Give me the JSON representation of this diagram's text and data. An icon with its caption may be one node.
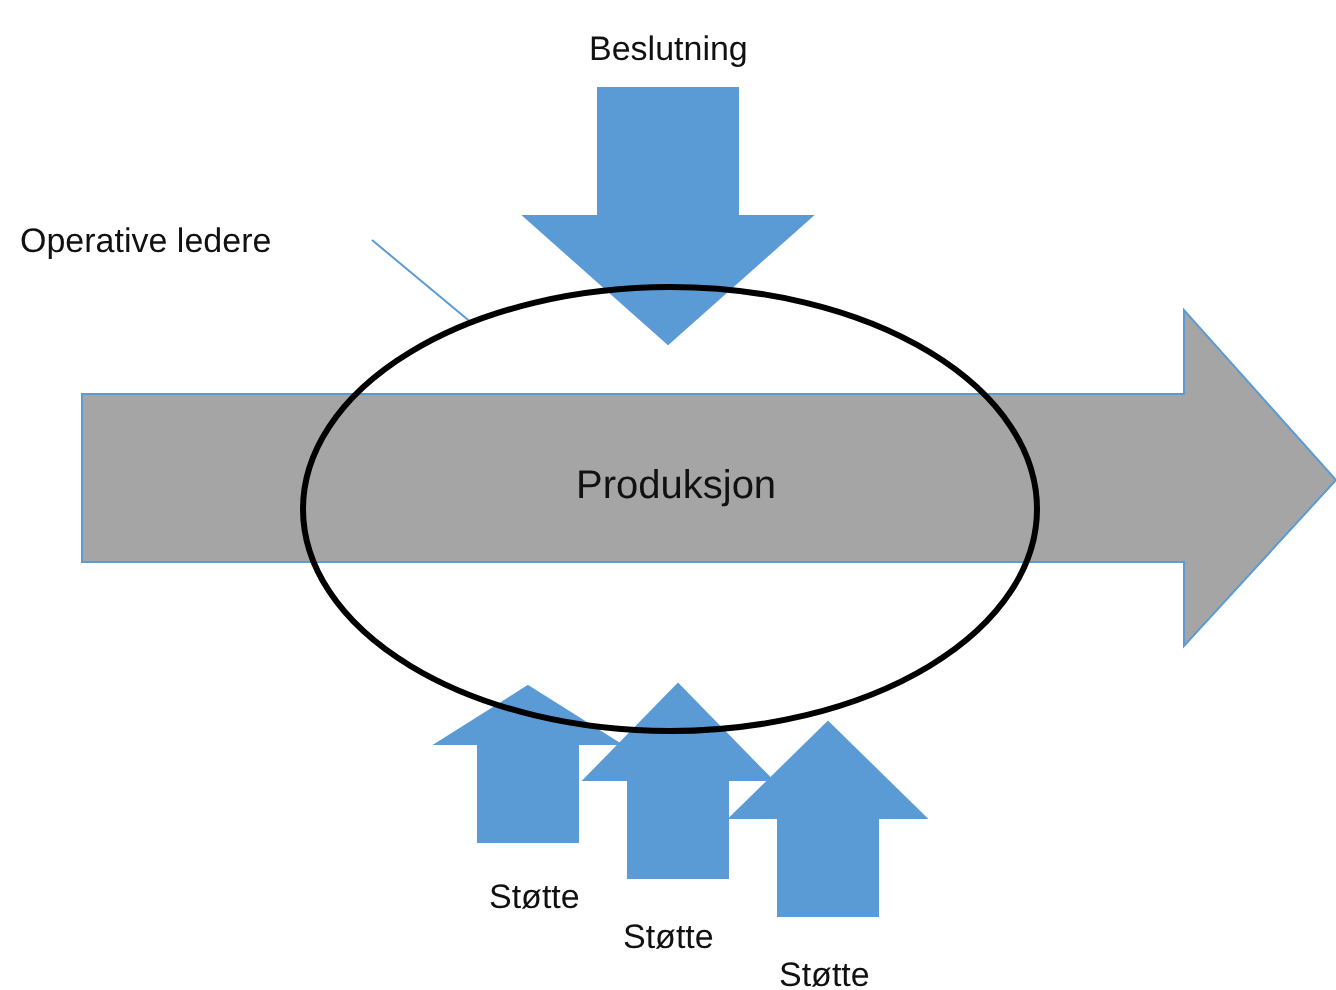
{
  "diagram": {
    "nodes": [
      {
        "text": [
          "Operative ledere"
        ]
      },
      {
        "text": [
          "Produksjon"
        ]
      },
      {
        "text": [],
        "shape": "arrow"
      }
    ],
    "edges": [
      {
        "from": 0,
        "to": 1,
        "arrow": "none"
      },
      {
        "from": null,
        "to": 1,
        "arrow": "to",
        "label": "Beslutning",
        "style": "thick"
      },
      {
        "from": null,
        "to": 1,
        "arrow": "to",
        "label": "Støtte",
        "style": "thick"
      },
      {
        "from": null,
        "to": 1,
        "arrow": "to",
        "label": "Støtte",
        "style": "thick"
      },
      {
        "from": null,
        "to": 1,
        "arrow": "to",
        "label": "Støtte",
        "style": "thick"
      }
    ]
  }
}
